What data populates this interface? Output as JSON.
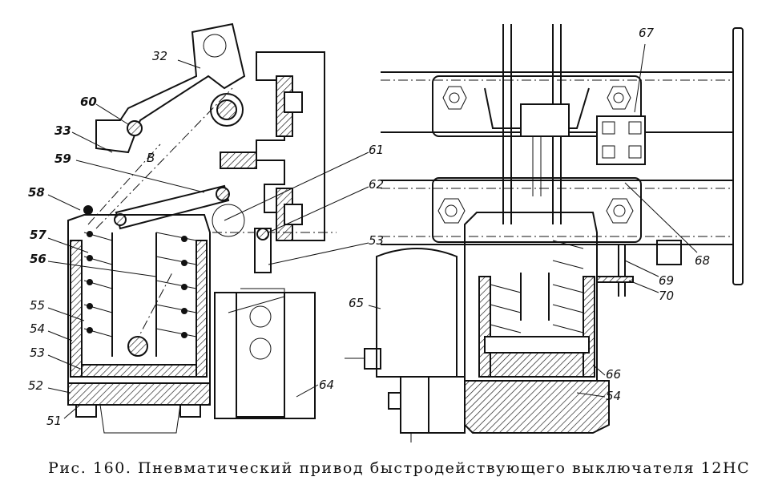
{
  "figure": {
    "caption": "Рис. 160. Пневматический привод быстродействующего выключателя 12НС",
    "left_view_labels": {
      "l32": "32",
      "l60": "60",
      "l33": "33",
      "l59": "59",
      "l58": "58",
      "l57": "57",
      "l56": "56",
      "l55": "55",
      "l54": "54",
      "l53": "53",
      "l52": "52",
      "l51": "51",
      "lB": "B",
      "l61": "61",
      "l62": "62",
      "l53b": "53",
      "l64": "64"
    },
    "right_view_labels": {
      "l65": "65",
      "l67": "67",
      "l68": "68",
      "l69": "69",
      "l70": "70",
      "l66": "66",
      "l54b": "54"
    }
  }
}
